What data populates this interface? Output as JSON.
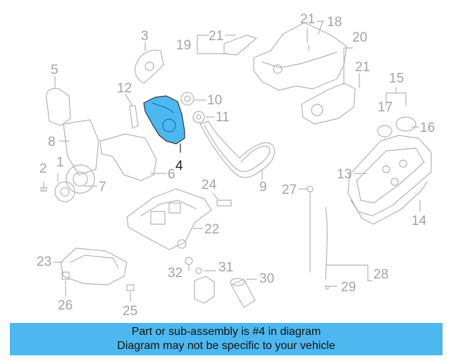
{
  "diagram": {
    "highlighted_part": "4",
    "highlight_color": "#4db8f0",
    "line_color": "#b0b0b0",
    "callouts": {
      "c1": "1",
      "c2": "2",
      "c3": "3",
      "c4": "4",
      "c5": "5",
      "c6": "6",
      "c7": "7",
      "c8": "8",
      "c9": "9",
      "c10": "10",
      "c11": "11",
      "c12": "12",
      "c13": "13",
      "c14": "14",
      "c15": "15",
      "c16": "16",
      "c17": "17",
      "c18": "18",
      "c19": "19",
      "c20": "20",
      "c21a": "21",
      "c21b": "21",
      "c21c": "21",
      "c22": "22",
      "c23": "23",
      "c24": "24",
      "c25": "25",
      "c26": "26",
      "c27": "27",
      "c28": "28",
      "c29": "29",
      "c30": "30",
      "c31": "31",
      "c32": "32"
    }
  },
  "banner": {
    "line1": "Part or sub-assembly is #4 in diagram",
    "line2": "Diagram may not be specific to your vehicle",
    "background": "#4db8f0"
  }
}
